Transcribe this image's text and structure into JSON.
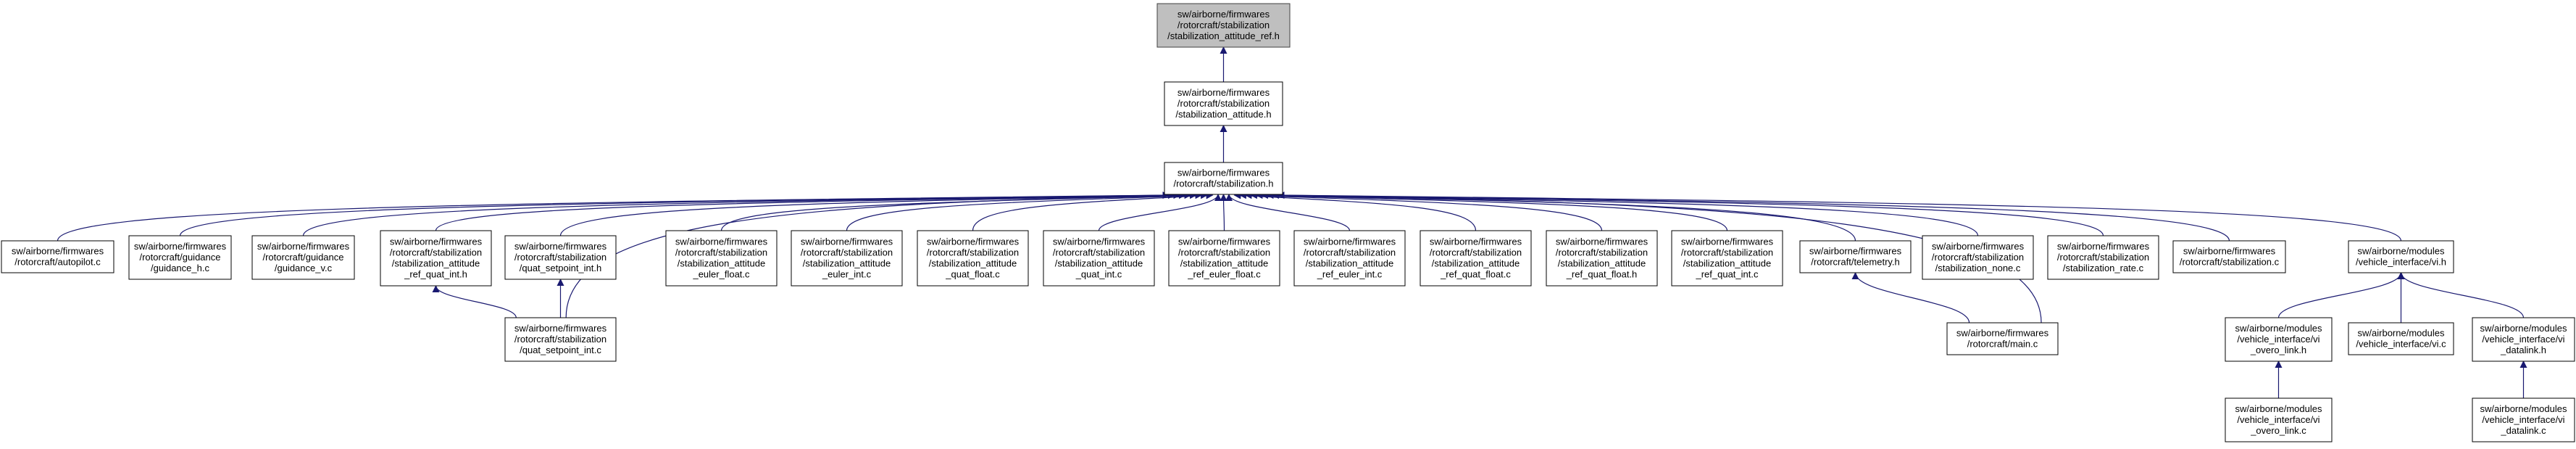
{
  "diagram": {
    "colors": {
      "edge": "#191970",
      "root_fill": "#bfbfbf",
      "node_fill": "#ffffff",
      "node_border": "#000000"
    },
    "nodes": [
      {
        "id": "n_ref_h",
        "lines": [
          "sw/airborne/firmwares",
          "/rotorcraft/stabilization",
          "/stabilization_attitude_ref.h"
        ],
        "root": true
      },
      {
        "id": "n_att_h",
        "lines": [
          "sw/airborne/firmwares",
          "/rotorcraft/stabilization",
          "/stabilization_attitude.h"
        ]
      },
      {
        "id": "n_stab_h",
        "lines": [
          "sw/airborne/firmwares",
          "/rotorcraft/stabilization.h"
        ]
      },
      {
        "id": "n_autopilot",
        "lines": [
          "sw/airborne/firmwares",
          "/rotorcraft/autopilot.c"
        ]
      },
      {
        "id": "n_guid_h",
        "lines": [
          "sw/airborne/firmwares",
          "/rotorcraft/guidance",
          "/guidance_h.c"
        ]
      },
      {
        "id": "n_guid_v",
        "lines": [
          "sw/airborne/firmwares",
          "/rotorcraft/guidance",
          "/guidance_v.c"
        ]
      },
      {
        "id": "n_rqi_h",
        "lines": [
          "sw/airborne/firmwares",
          "/rotorcraft/stabilization",
          "/stabilization_attitude",
          "_ref_quat_int.h"
        ]
      },
      {
        "id": "n_qsi_h",
        "lines": [
          "sw/airborne/firmwares",
          "/rotorcraft/stabilization",
          "/quat_setpoint_int.h"
        ]
      },
      {
        "id": "n_ef_c",
        "lines": [
          "sw/airborne/firmwares",
          "/rotorcraft/stabilization",
          "/stabilization_attitude",
          "_euler_float.c"
        ]
      },
      {
        "id": "n_ei_c",
        "lines": [
          "sw/airborne/firmwares",
          "/rotorcraft/stabilization",
          "/stabilization_attitude",
          "_euler_int.c"
        ]
      },
      {
        "id": "n_qf_c",
        "lines": [
          "sw/airborne/firmwares",
          "/rotorcraft/stabilization",
          "/stabilization_attitude",
          "_quat_float.c"
        ]
      },
      {
        "id": "n_qi_c",
        "lines": [
          "sw/airborne/firmwares",
          "/rotorcraft/stabilization",
          "/stabilization_attitude",
          "_quat_int.c"
        ]
      },
      {
        "id": "n_ref_ef_c",
        "lines": [
          "sw/airborne/firmwares",
          "/rotorcraft/stabilization",
          "/stabilization_attitude",
          "_ref_euler_float.c"
        ]
      },
      {
        "id": "n_ref_ei_c",
        "lines": [
          "sw/airborne/firmwares",
          "/rotorcraft/stabilization",
          "/stabilization_attitude",
          "_ref_euler_int.c"
        ]
      },
      {
        "id": "n_ref_qf_c",
        "lines": [
          "sw/airborne/firmwares",
          "/rotorcraft/stabilization",
          "/stabilization_attitude",
          "_ref_quat_float.c"
        ]
      },
      {
        "id": "n_ref_qf_h",
        "lines": [
          "sw/airborne/firmwares",
          "/rotorcraft/stabilization",
          "/stabilization_attitude",
          "_ref_quat_float.h"
        ]
      },
      {
        "id": "n_ref_qi_c",
        "lines": [
          "sw/airborne/firmwares",
          "/rotorcraft/stabilization",
          "/stabilization_attitude",
          "_ref_quat_int.c"
        ]
      },
      {
        "id": "n_telemetry",
        "lines": [
          "sw/airborne/firmwares",
          "/rotorcraft/telemetry.h"
        ]
      },
      {
        "id": "n_none_c",
        "lines": [
          "sw/airborne/firmwares",
          "/rotorcraft/stabilization",
          "/stabilization_none.c"
        ]
      },
      {
        "id": "n_rate_c",
        "lines": [
          "sw/airborne/firmwares",
          "/rotorcraft/stabilization",
          "/stabilization_rate.c"
        ]
      },
      {
        "id": "n_stab_c",
        "lines": [
          "sw/airborne/firmwares",
          "/rotorcraft/stabilization.c"
        ]
      },
      {
        "id": "n_vi_h",
        "lines": [
          "sw/airborne/modules",
          "/vehicle_interface/vi.h"
        ]
      },
      {
        "id": "n_qsi_c",
        "lines": [
          "sw/airborne/firmwares",
          "/rotorcraft/stabilization",
          "/quat_setpoint_int.c"
        ]
      },
      {
        "id": "n_main_c",
        "lines": [
          "sw/airborne/firmwares",
          "/rotorcraft/main.c"
        ]
      },
      {
        "id": "n_ovl_h",
        "lines": [
          "sw/airborne/modules",
          "/vehicle_interface/vi",
          "_overo_link.h"
        ]
      },
      {
        "id": "n_vi_c",
        "lines": [
          "sw/airborne/modules",
          "/vehicle_interface/vi.c"
        ]
      },
      {
        "id": "n_dl_h",
        "lines": [
          "sw/airborne/modules",
          "/vehicle_interface/vi",
          "_datalink.h"
        ]
      },
      {
        "id": "n_ovl_c",
        "lines": [
          "sw/airborne/modules",
          "/vehicle_interface/vi",
          "_overo_link.c"
        ]
      },
      {
        "id": "n_dl_c",
        "lines": [
          "sw/airborne/modules",
          "/vehicle_interface/vi",
          "_datalink.c"
        ]
      }
    ],
    "edges": [
      {
        "from": "n_att_h",
        "to": "n_ref_h"
      },
      {
        "from": "n_stab_h",
        "to": "n_att_h"
      },
      {
        "from": "n_autopilot",
        "to": "n_stab_h"
      },
      {
        "from": "n_guid_h",
        "to": "n_stab_h"
      },
      {
        "from": "n_guid_v",
        "to": "n_stab_h"
      },
      {
        "from": "n_rqi_h",
        "to": "n_stab_h"
      },
      {
        "from": "n_qsi_h",
        "to": "n_stab_h"
      },
      {
        "from": "n_qsi_c",
        "to": "n_stab_h"
      },
      {
        "from": "n_ef_c",
        "to": "n_stab_h"
      },
      {
        "from": "n_ei_c",
        "to": "n_stab_h"
      },
      {
        "from": "n_qf_c",
        "to": "n_stab_h"
      },
      {
        "from": "n_qi_c",
        "to": "n_stab_h"
      },
      {
        "from": "n_ref_ef_c",
        "to": "n_stab_h"
      },
      {
        "from": "n_ref_ei_c",
        "to": "n_stab_h"
      },
      {
        "from": "n_ref_qf_c",
        "to": "n_stab_h"
      },
      {
        "from": "n_ref_qf_h",
        "to": "n_stab_h"
      },
      {
        "from": "n_ref_qi_c",
        "to": "n_stab_h"
      },
      {
        "from": "n_telemetry",
        "to": "n_stab_h"
      },
      {
        "from": "n_none_c",
        "to": "n_stab_h"
      },
      {
        "from": "n_rate_c",
        "to": "n_stab_h"
      },
      {
        "from": "n_stab_c",
        "to": "n_stab_h"
      },
      {
        "from": "n_vi_h",
        "to": "n_stab_h"
      },
      {
        "from": "n_main_c",
        "to": "n_stab_h"
      },
      {
        "from": "n_qsi_c",
        "to": "n_rqi_h"
      },
      {
        "from": "n_qsi_c",
        "to": "n_qsi_h"
      },
      {
        "from": "n_main_c",
        "to": "n_telemetry"
      },
      {
        "from": "n_ovl_h",
        "to": "n_vi_h"
      },
      {
        "from": "n_vi_c",
        "to": "n_vi_h"
      },
      {
        "from": "n_dl_h",
        "to": "n_vi_h"
      },
      {
        "from": "n_ovl_c",
        "to": "n_ovl_h"
      },
      {
        "from": "n_dl_c",
        "to": "n_dl_h"
      }
    ]
  }
}
